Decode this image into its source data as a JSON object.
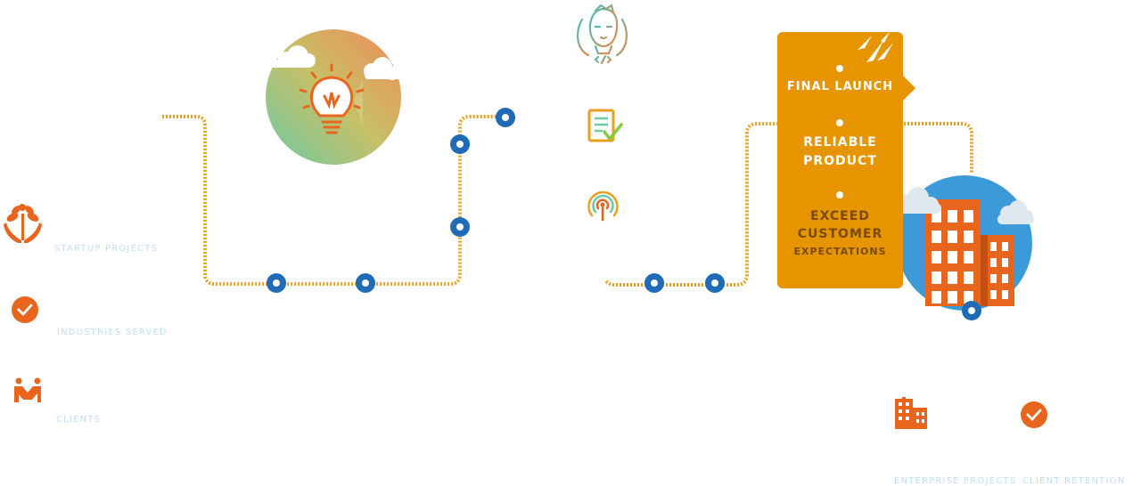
{
  "colors": {
    "path": "#e9a020",
    "node": "#1f6bb5",
    "card": "#e69500",
    "icon_orange": "#e8651e",
    "stat_label": "#bfe0f2",
    "building_sky": "#3d9ad9"
  },
  "stats": {
    "startup_projects": "STARTUP PROJECTS",
    "industries_served": "INDUSTRIES SERVED",
    "clients": "CLIENTS",
    "enterprise_projects": "ENTERPRISE PROJECTS",
    "client_retention": "CLIENT RETENTION"
  },
  "icons": {
    "growth": "plant-in-hands-icon",
    "check": "check-circle-icon",
    "handshake": "people-handshake-icon",
    "buildings": "office-buildings-icon",
    "idea": "lightbulb-icon",
    "developer": "developer-avatar-icon",
    "document": "document-check-icon",
    "broadcast": "broadcast-signal-icon",
    "city": "city-buildings-icon"
  },
  "card": {
    "line1": "FINAL LAUNCH",
    "line2a": "RELIABLE",
    "line2b": "PRODUCT",
    "line3a": "EXCEED",
    "line3b": "CUSTOMER",
    "line3c": "EXPECTATIONS"
  }
}
